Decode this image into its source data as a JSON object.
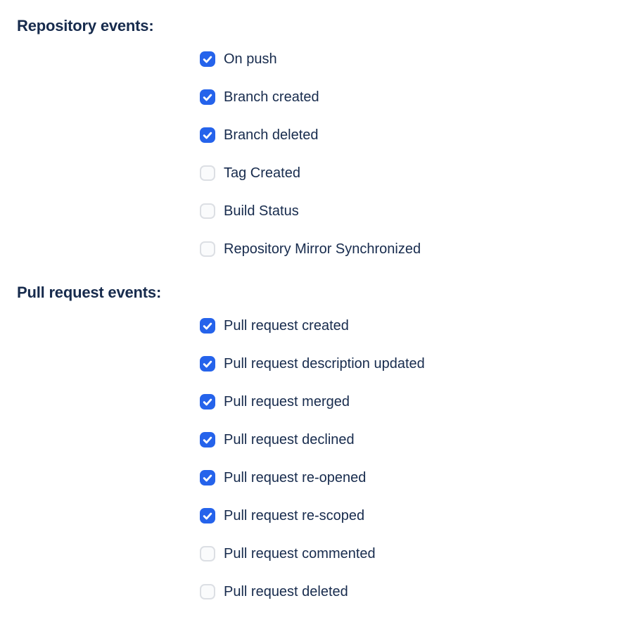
{
  "colors": {
    "heading_text": "#172b4d",
    "label_text": "#172b4d",
    "checkbox_checked_bg": "#2563eb",
    "checkbox_check": "#ffffff",
    "checkbox_unchecked_bg": "#fafbfc",
    "checkbox_unchecked_border": "#dcdfe4"
  },
  "groups": [
    {
      "heading": "Repository events:",
      "items": [
        {
          "label": "On push",
          "checked": true
        },
        {
          "label": "Branch created",
          "checked": true
        },
        {
          "label": "Branch deleted",
          "checked": true
        },
        {
          "label": "Tag Created",
          "checked": false
        },
        {
          "label": "Build Status",
          "checked": false
        },
        {
          "label": "Repository Mirror Synchronized",
          "checked": false
        }
      ]
    },
    {
      "heading": "Pull request events:",
      "items": [
        {
          "label": "Pull request created",
          "checked": true
        },
        {
          "label": "Pull request description updated",
          "checked": true
        },
        {
          "label": "Pull request merged",
          "checked": true
        },
        {
          "label": "Pull request declined",
          "checked": true
        },
        {
          "label": "Pull request re-opened",
          "checked": true
        },
        {
          "label": "Pull request re-scoped",
          "checked": true
        },
        {
          "label": "Pull request commented",
          "checked": false
        },
        {
          "label": "Pull request deleted",
          "checked": false
        }
      ]
    }
  ]
}
